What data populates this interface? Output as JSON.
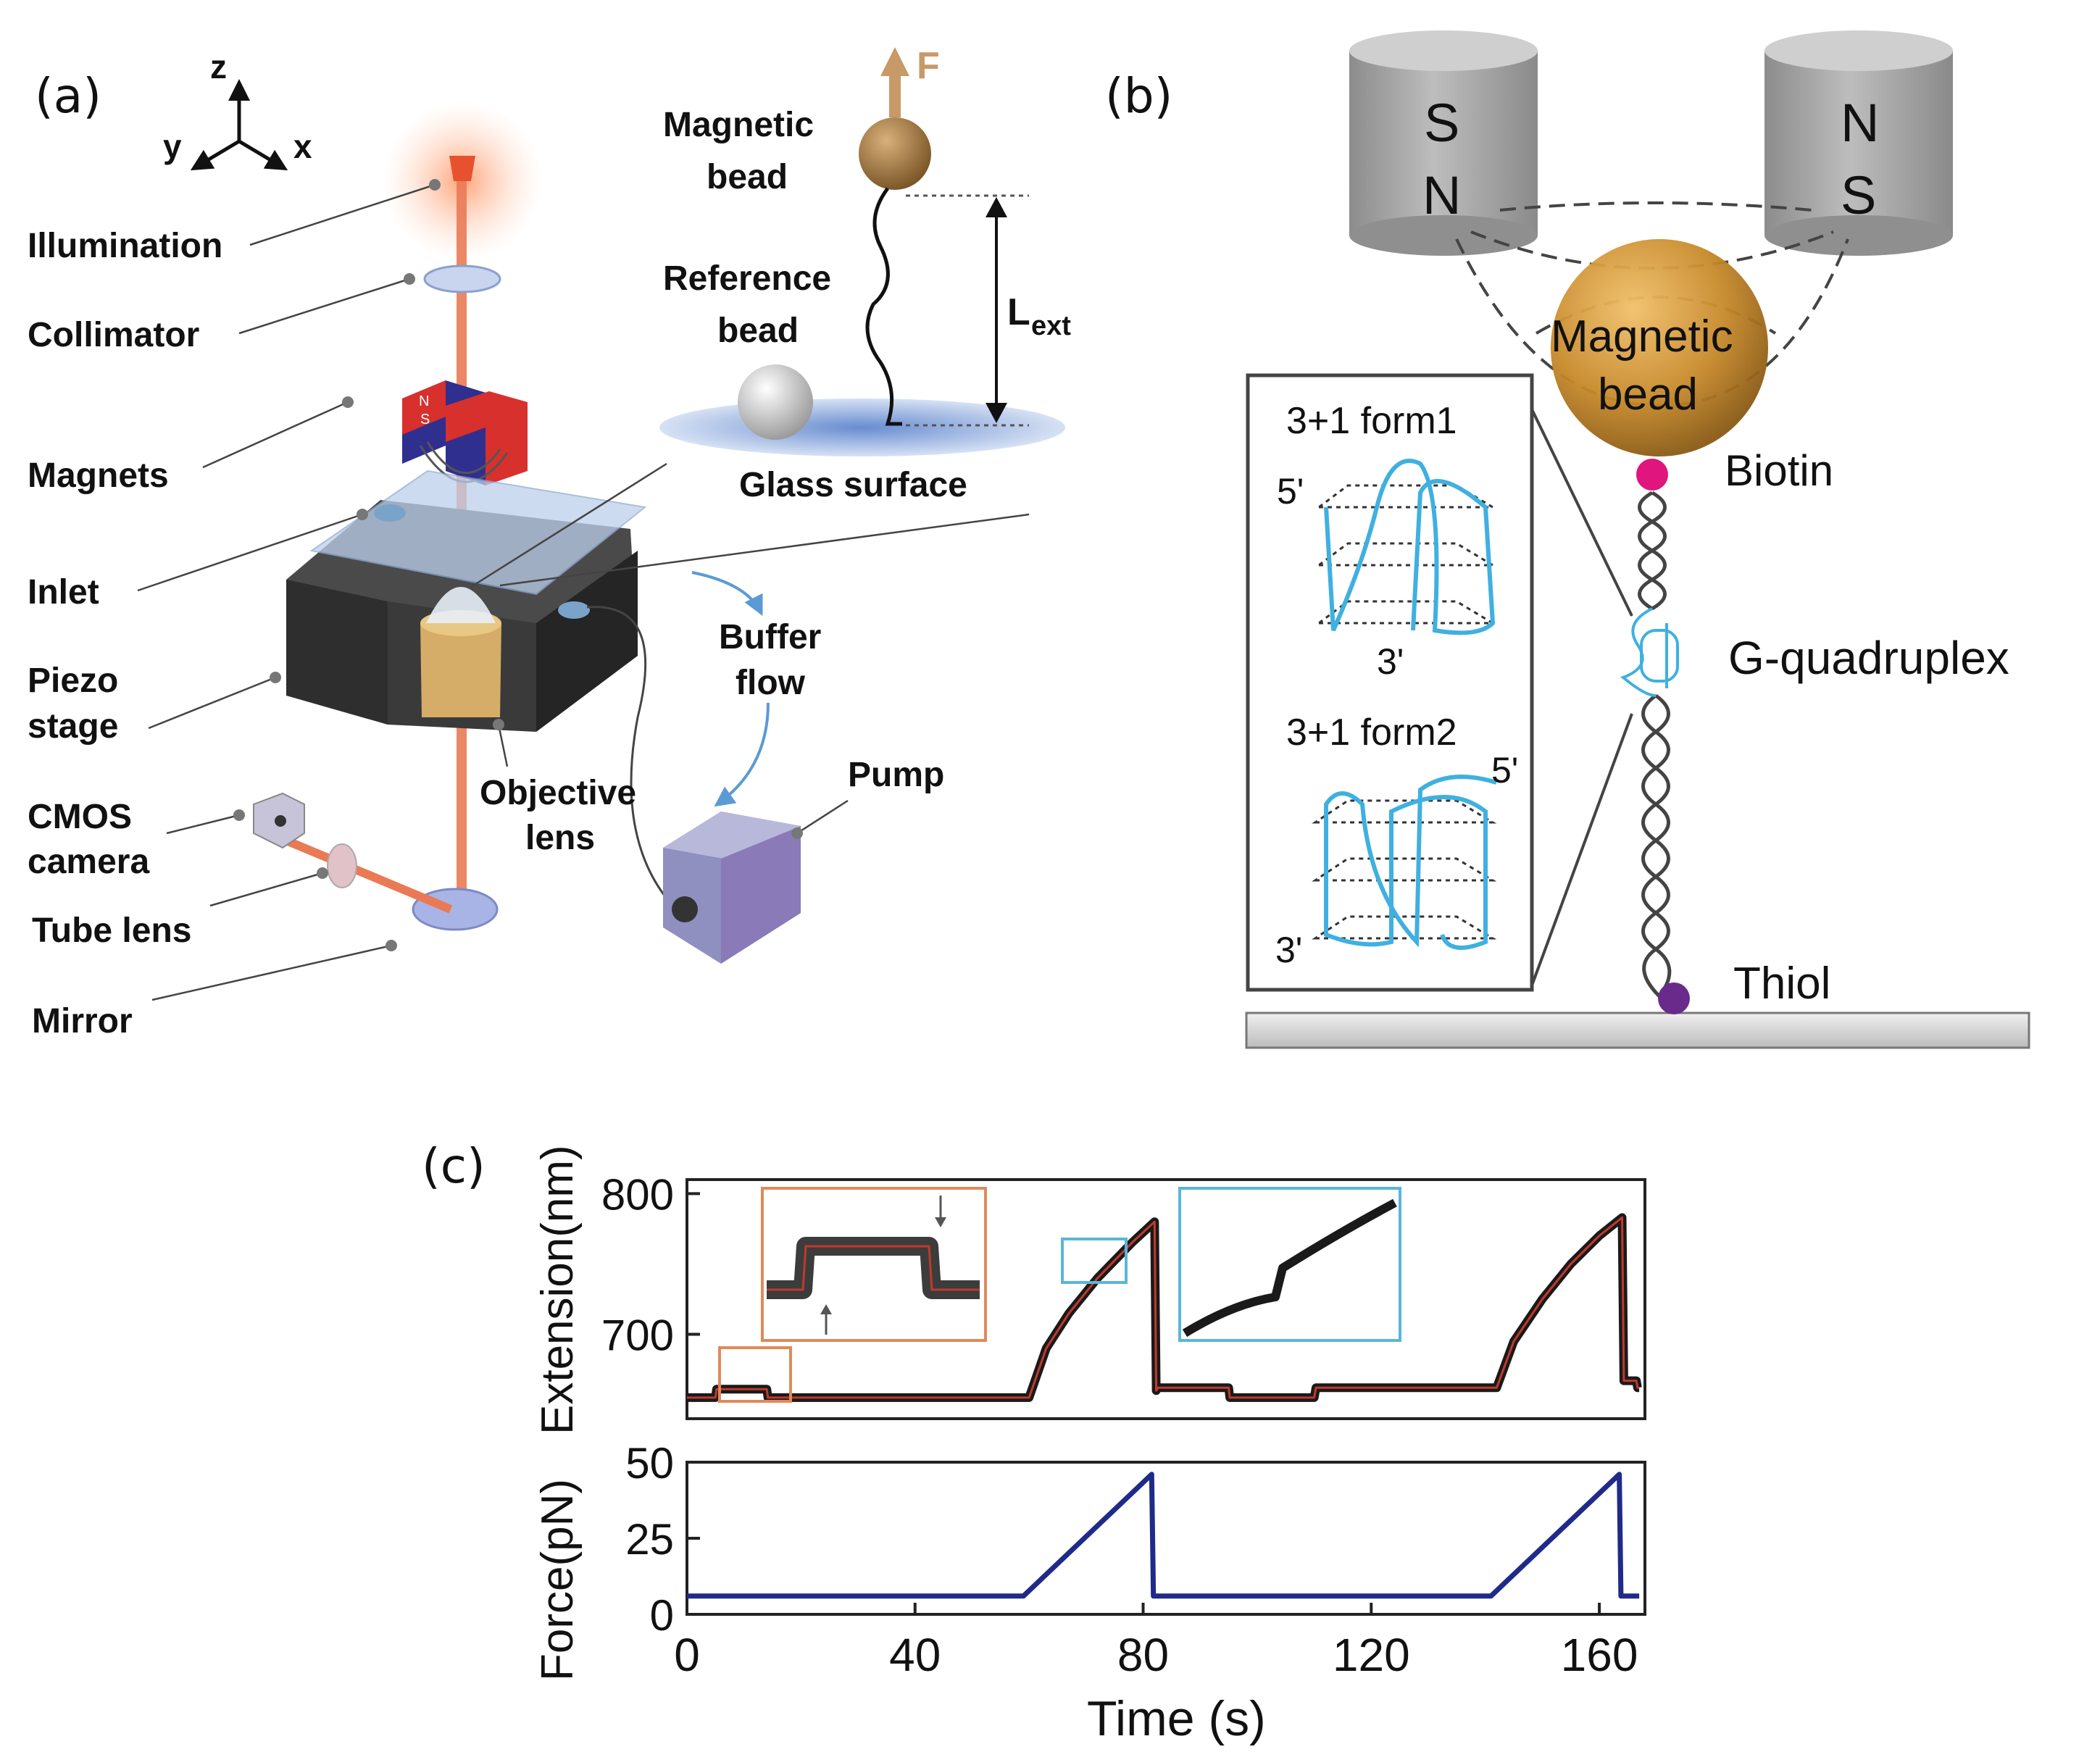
{
  "panel_a": {
    "label": "(a)",
    "axes": {
      "z": "z",
      "y": "y",
      "x": "x"
    },
    "labels": {
      "illumination": "Illumination",
      "collimator": "Collimator",
      "magnets": "Magnets",
      "inlet": "Inlet",
      "piezo_1": "Piezo",
      "piezo_2": "stage",
      "cmos_1": "CMOS",
      "cmos_2": "camera",
      "tube_lens": "Tube lens",
      "mirror": "Mirror",
      "objective_1": "Objective",
      "objective_2": "lens",
      "buffer_1": "Buffer",
      "buffer_2": "flow",
      "pump": "Pump"
    },
    "magnet_letters": {
      "n": "N",
      "s": "S"
    },
    "inset": {
      "force": "F",
      "magnetic_bead_1": "Magnetic",
      "magnetic_bead_2": "bead",
      "reference_bead_1": "Reference",
      "reference_bead_2": "bead",
      "lext_main": "L",
      "lext_sub": "ext",
      "glass_surface": "Glass surface"
    },
    "colors": {
      "beam": "#ea7a55",
      "source": "#e8512e",
      "magnet_red": "#d8302c",
      "magnet_blue": "#2f2f8f",
      "stage": "#3b3b3b",
      "flow_arrow": "#5b9bd5"
    }
  },
  "panel_b": {
    "label": "(b)",
    "magnet_left": {
      "top": "S",
      "bottom": "N"
    },
    "magnet_right": {
      "top": "N",
      "bottom": "S"
    },
    "bead_1": "Magnetic",
    "bead_2": "bead",
    "biotin": "Biotin",
    "gquad": "G-quadruplex",
    "thiol": "Thiol",
    "form1": {
      "title": "3+1 form1",
      "five_prime": "5'",
      "three_prime": "3'"
    },
    "form2": {
      "title": "3+1 form2",
      "five_prime": "5'",
      "three_prime": "3'"
    },
    "colors": {
      "bead": "#c18a2c",
      "biotin": "#e0157e",
      "thiol": "#6a2a8c",
      "strand": "#3fb0e0"
    }
  },
  "panel_c": {
    "label": "(c)"
  },
  "chart_data": [
    {
      "type": "line",
      "ylabel": "Extension(nm)",
      "xlabel": "",
      "xlim": [
        0,
        168
      ],
      "ylim": [
        640,
        810
      ],
      "yticks": [
        700,
        800
      ],
      "series": [
        {
          "x": [
            0,
            5,
            5.2,
            14,
            14.2,
            60,
            63,
            67,
            72,
            78,
            82,
            82.3,
            82.6,
            95,
            95.2,
            110,
            110.3,
            142,
            145,
            150,
            155,
            160,
            164,
            164.3,
            166.5,
            166.7,
            167
          ],
          "y": [
            655,
            655,
            661,
            661,
            655,
            655,
            690,
            715,
            740,
            765,
            780,
            660,
            662,
            662,
            655,
            655,
            662,
            662,
            695,
            725,
            750,
            770,
            783,
            667,
            667,
            662,
            662
          ]
        }
      ],
      "insets": [
        {
          "region": "left",
          "color": "#e08a5a"
        },
        {
          "region": "middle",
          "color": "#59b7d8"
        }
      ]
    },
    {
      "type": "line",
      "ylabel": "Force(pN)",
      "xlabel": "Time (s)",
      "xlim": [
        0,
        168
      ],
      "ylim": [
        0,
        50
      ],
      "xticks": [
        0,
        40,
        80,
        120,
        160
      ],
      "yticks": [
        0,
        25,
        50
      ],
      "series": [
        {
          "x": [
            0,
            59,
            81.5,
            81.8,
            141,
            163.5,
            163.8,
            167
          ],
          "y": [
            6,
            6,
            46,
            6,
            6,
            46,
            6,
            6
          ]
        }
      ],
      "color": "#1f2a8a"
    }
  ]
}
